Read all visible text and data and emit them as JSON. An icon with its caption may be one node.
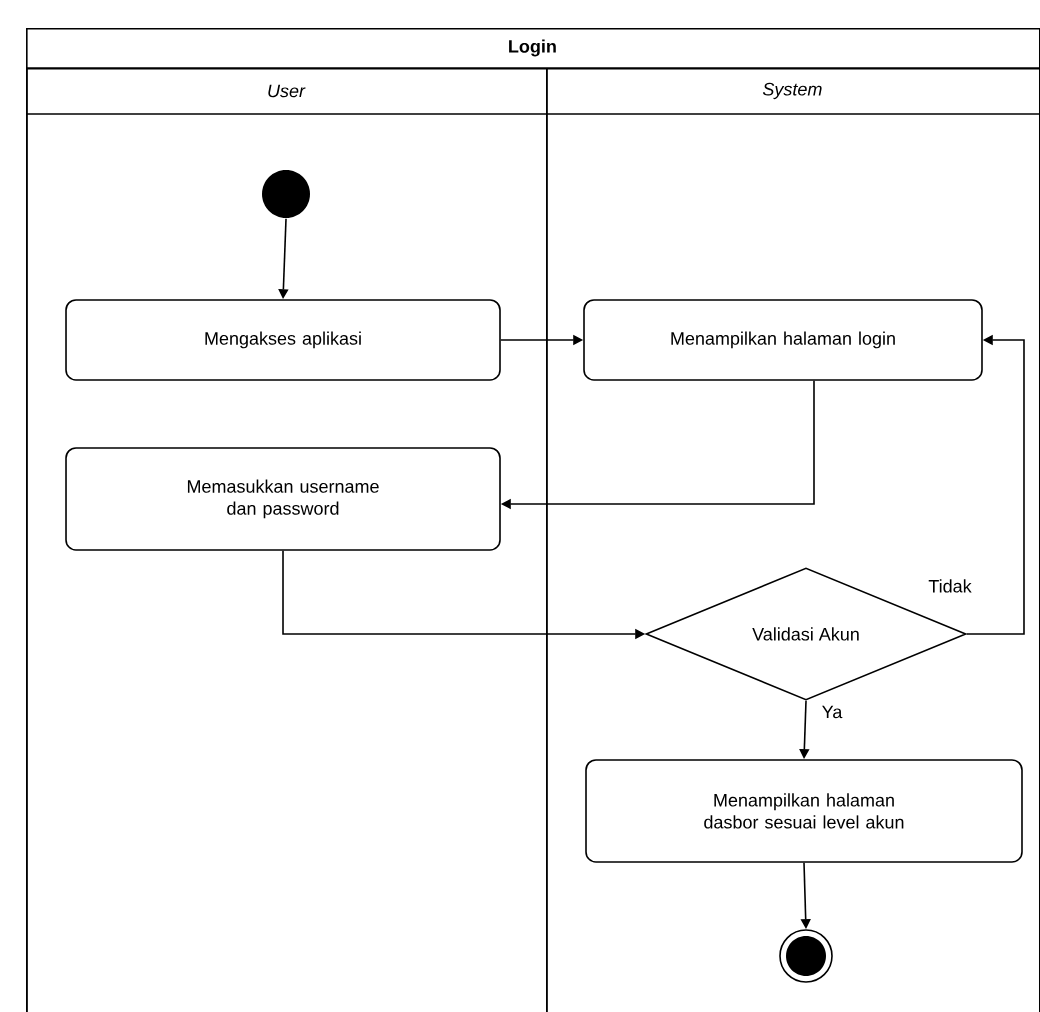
{
  "diagram": {
    "nodes": [
      {
        "text": [
          "Login"
        ]
      },
      {
        "text": [
          "User"
        ],
        "in": 0
      },
      {
        "text": [
          "System"
        ],
        "in": 0
      },
      {
        "text": [],
        "shape": "circle",
        "in": 1
      },
      {
        "text": [
          "Mengakses aplikasi"
        ],
        "in": 1
      },
      {
        "text": [
          "Menampilkan halaman login"
        ],
        "in": 2
      },
      {
        "text": [
          "Memasukkan username dan password"
        ],
        "in": 1
      },
      {
        "text": [
          "Validasi Akun"
        ],
        "in": 2
      },
      {
        "text": [
          "Menampilkan halaman dasbor sesuai level akun"
        ],
        "in": 2
      },
      {
        "text": [],
        "shape": "circle",
        "in": 2
      }
    ],
    "edges": [
      {
        "from": 3,
        "to": 4,
        "arrow": "to"
      },
      {
        "from": 4,
        "to": 5,
        "arrow": "to"
      },
      {
        "from": 5,
        "to": 6,
        "arrow": "to"
      },
      {
        "from": 6,
        "to": 7,
        "arrow": "to"
      },
      {
        "from": 7,
        "to": 5,
        "arrow": "to",
        "label": "Tidak"
      },
      {
        "from": 7,
        "to": 8,
        "arrow": "to",
        "label": "Ya"
      },
      {
        "from": 8,
        "to": 9,
        "arrow": "to"
      }
    ]
  }
}
